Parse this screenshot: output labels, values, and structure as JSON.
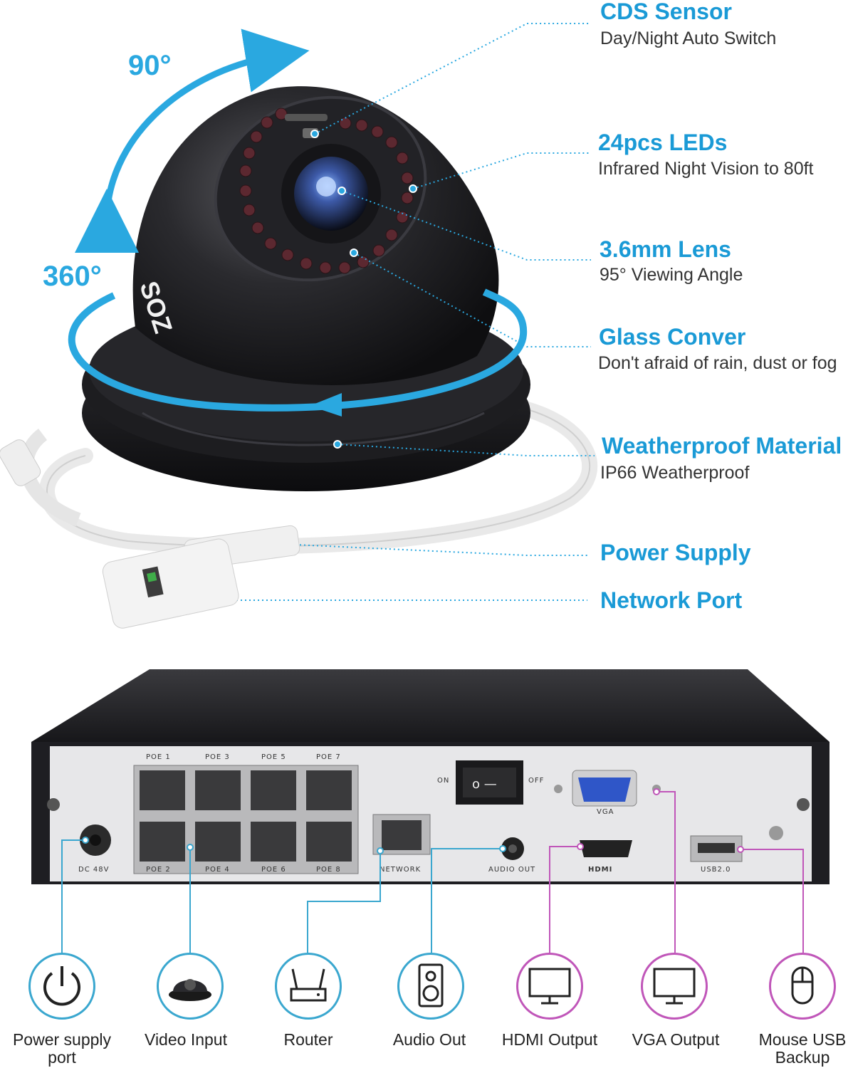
{
  "camera": {
    "brand_text": "SOZ",
    "angles": {
      "tilt": "90°",
      "pan": "360°"
    },
    "features": [
      {
        "title": "CDS Sensor",
        "subtitle": "Day/Night Auto Switch"
      },
      {
        "title": "24pcs LEDs",
        "subtitle": "Infrared Night Vision to 80ft"
      },
      {
        "title": "3.6mm Lens",
        "subtitle": "95° Viewing Angle"
      },
      {
        "title": "Glass Conver",
        "subtitle": "Don't afraid of rain, dust or fog"
      },
      {
        "title": "Weatherproof Material",
        "subtitle": "IP66 Weatherproof"
      },
      {
        "title": "Power Supply",
        "subtitle": ""
      },
      {
        "title": "Network Port",
        "subtitle": ""
      }
    ]
  },
  "nvr": {
    "poe_top": [
      "POE 1",
      "POE 3",
      "POE 5",
      "POE 7"
    ],
    "poe_bottom": [
      "POE 2",
      "POE 4",
      "POE 6",
      "POE 8"
    ],
    "dc": "DC 48V",
    "network": "NETWORK",
    "switch_on": "ON",
    "switch_off": "OFF",
    "vga": "VGA",
    "audio": "AUDIO OUT",
    "hdmi": "HDMI",
    "usb": "USB2.0"
  },
  "connections": [
    {
      "label": "Power supply port",
      "icon": "power-icon",
      "color": "#3aa7cf"
    },
    {
      "label": "Video Input",
      "icon": "dome-camera-icon",
      "color": "#3aa7cf"
    },
    {
      "label": "Router",
      "icon": "router-icon",
      "color": "#3aa7cf"
    },
    {
      "label": "Audio Out",
      "icon": "speaker-icon",
      "color": "#3aa7cf"
    },
    {
      "label": "HDMI Output",
      "icon": "monitor-icon",
      "color": "#c056b9"
    },
    {
      "label": "VGA Output",
      "icon": "monitor-icon",
      "color": "#c056b9"
    },
    {
      "label": "Mouse USB Backup",
      "icon": "mouse-icon",
      "color": "#c056b9"
    }
  ],
  "colors": {
    "accent": "#1a9ad6",
    "blue_line": "#3aa7cf",
    "pink_line": "#c056b9"
  }
}
